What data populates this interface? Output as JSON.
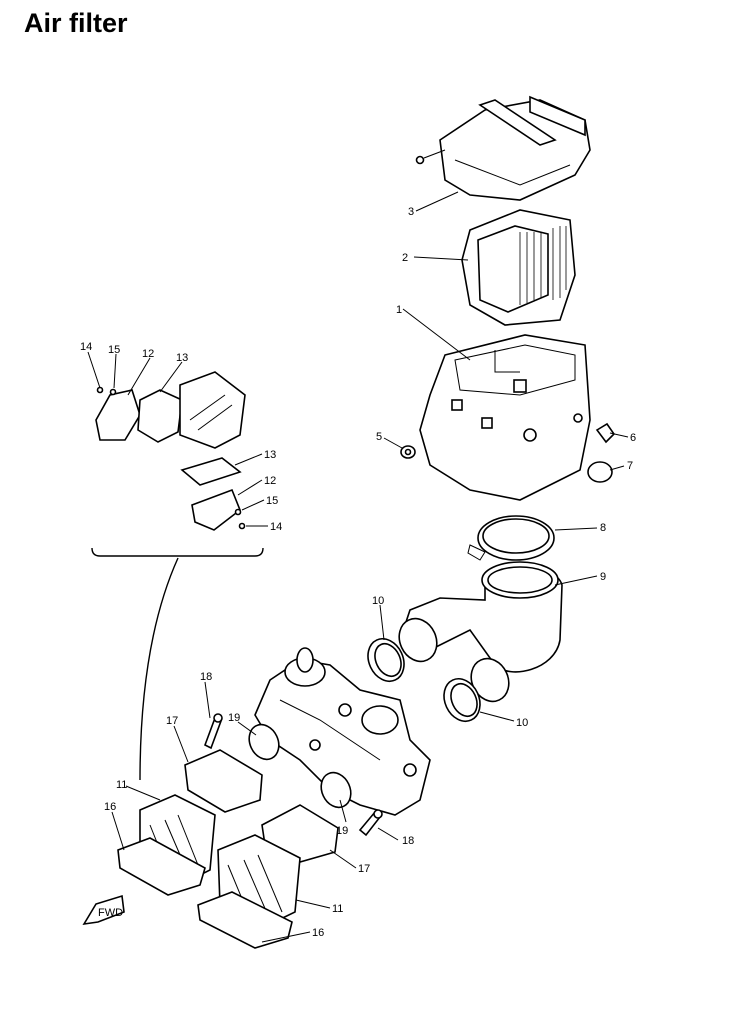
{
  "title": "Air filter",
  "callouts": {
    "c1": "1",
    "c2": "2",
    "c3": "3",
    "c5": "5",
    "c6": "6",
    "c7": "7",
    "c8": "8",
    "c9": "9",
    "c10a": "10",
    "c10b": "10",
    "c11a": "11",
    "c11b": "11",
    "c12a": "12",
    "c12b": "12",
    "c13a": "13",
    "c13b": "13",
    "c14a": "14",
    "c14b": "14",
    "c15a": "15",
    "c15b": "15",
    "c16a": "16",
    "c16b": "16",
    "c17a": "17",
    "c17b": "17",
    "c18a": "18",
    "c18b": "18",
    "c19a": "19",
    "c19b": "19"
  },
  "fwd_label": "FWD"
}
